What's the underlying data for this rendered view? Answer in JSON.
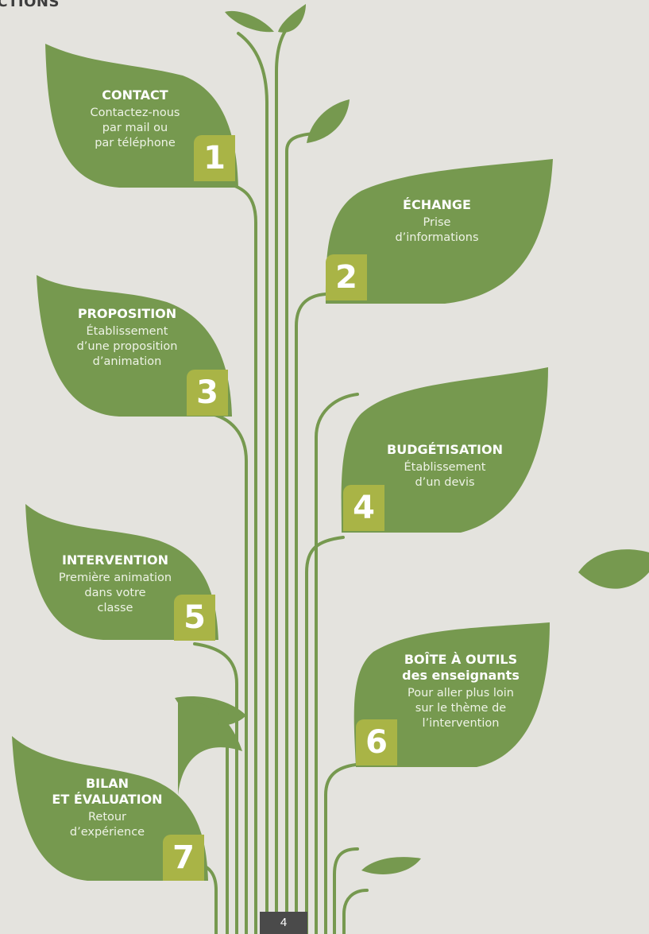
{
  "header": {
    "title": "ACTIONS"
  },
  "colors": {
    "background": "#e4e3de",
    "leaf": "#76994f",
    "stem": "#76994f",
    "number_tab": "#a9b446",
    "page_box": "#4a4a4a"
  },
  "steps": [
    {
      "number": "1",
      "title": "CONTACT",
      "description": "Contactez-nous\npar mail ou\npar téléphone"
    },
    {
      "number": "2",
      "title": "ÉCHANGE",
      "description": "Prise\nd’informations"
    },
    {
      "number": "3",
      "title": "PROPOSITION",
      "description": "Établissement\nd’une proposition\nd’animation"
    },
    {
      "number": "4",
      "title": "BUDGÉTISATION",
      "description": "Établissement\nd’un devis"
    },
    {
      "number": "5",
      "title": "INTERVENTION",
      "description": "Première animation\ndans votre\nclasse"
    },
    {
      "number": "6",
      "title": "BOÎTE À OUTILS\ndes enseignants",
      "description": "Pour aller plus loin\nsur le thème de\nl’intervention"
    },
    {
      "number": "7",
      "title": "BILAN\nET ÉVALUATION",
      "description": "Retour\nd’expérience"
    }
  ],
  "footer": {
    "page_number": "4"
  }
}
